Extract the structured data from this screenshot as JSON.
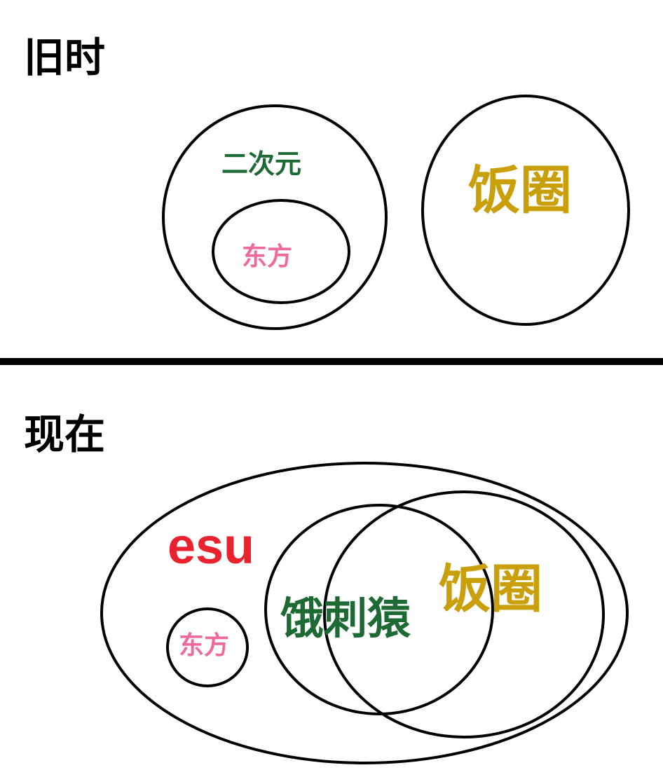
{
  "colors": {
    "background": "#ffffff",
    "outline": "#000000",
    "green": "#1d6a35",
    "pink": "#ee6a9a",
    "gold": "#c9a00c",
    "red": "#e8222e"
  },
  "before": {
    "heading": "旧时",
    "labels": {
      "erciyuan": "二次元",
      "dongfang": "东方",
      "fanquan": "饭圈"
    }
  },
  "now": {
    "heading": "现在",
    "labels": {
      "esu": "esu",
      "dongfang": "东方",
      "ecuyuan": "饿刺猿",
      "fanquan": "饭圈"
    }
  }
}
